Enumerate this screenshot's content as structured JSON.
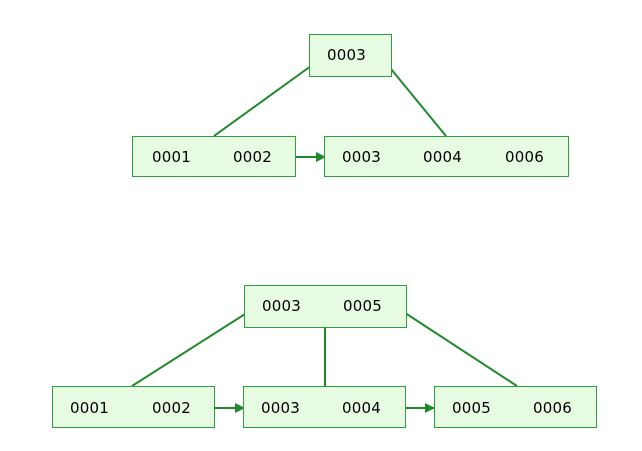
{
  "colors": {
    "node_border": "#2e9e3f",
    "node_fill": "#e7fbe2",
    "edge": "#1f8a2b",
    "text": "#000000"
  },
  "tree_before": {
    "root": {
      "keys": [
        "0003"
      ]
    },
    "leaves": [
      {
        "keys": [
          "0001",
          "0002"
        ]
      },
      {
        "keys": [
          "0003",
          "0004",
          "0006"
        ]
      }
    ]
  },
  "tree_after": {
    "root": {
      "keys": [
        "0003",
        "0005"
      ]
    },
    "leaves": [
      {
        "keys": [
          "0001",
          "0002"
        ]
      },
      {
        "keys": [
          "0003",
          "0004"
        ]
      },
      {
        "keys": [
          "0005",
          "0006"
        ]
      }
    ]
  }
}
